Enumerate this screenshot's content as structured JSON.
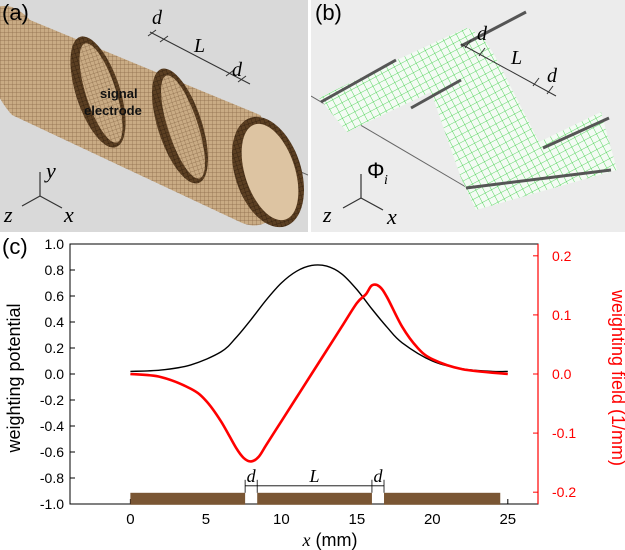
{
  "panel_a": {
    "label": "(a)",
    "signal_line1": "signal",
    "signal_line2": "electrode",
    "d_top": "d",
    "L": "L",
    "d_right": "d",
    "axis_y": "y",
    "axis_z": "z",
    "axis_x": "x"
  },
  "panel_b": {
    "label": "(b)",
    "d_top": "d",
    "L": "L",
    "d_right": "d",
    "phi": "Φ",
    "phi_sub": "i",
    "axis_z": "z",
    "axis_x": "x"
  },
  "panel_c": {
    "label": "(c)"
  },
  "colors": {
    "potential": "#000000",
    "field": "#ff0000",
    "electrode": "#7a5634",
    "background_a": "#d9d9d9"
  },
  "chart_data": {
    "type": "line",
    "xlabel_var": "x",
    "xlabel_unit": " (mm)",
    "ylabel": "weighting potential",
    "y2label": "weighting field (1/mm)",
    "xlim": [
      -4,
      27
    ],
    "ylim": [
      -1.0,
      1.0
    ],
    "y2lim": [
      -0.22,
      0.22
    ],
    "xticks": [
      "0",
      "5",
      "10",
      "15",
      "20",
      "25"
    ],
    "xtick_values": [
      0,
      5,
      10,
      15,
      20,
      25
    ],
    "yticks": [
      "1.0",
      "0.8",
      "0.6",
      "0.4",
      "0.2",
      "0.0",
      "-0.2",
      "-0.4",
      "-0.6",
      "-0.8",
      "-1.0"
    ],
    "ytick_values": [
      1.0,
      0.8,
      0.6,
      0.4,
      0.2,
      0.0,
      -0.2,
      -0.4,
      -0.6,
      -0.8,
      -1.0
    ],
    "y2ticks": [
      "0.2",
      "0.1",
      "0.0",
      "-0.1",
      "-0.2"
    ],
    "y2tick_values": [
      0.2,
      0.1,
      0.0,
      -0.1,
      -0.2
    ],
    "series": [
      {
        "axis": "left",
        "color": "#000000",
        "x": [
          0,
          2,
          4,
          6,
          7,
          8,
          9,
          10,
          11,
          12,
          13,
          14,
          15,
          16,
          17,
          18,
          20,
          22,
          24,
          25
        ],
        "y": [
          0.02,
          0.03,
          0.07,
          0.17,
          0.28,
          0.42,
          0.57,
          0.7,
          0.79,
          0.835,
          0.83,
          0.77,
          0.65,
          0.5,
          0.36,
          0.24,
          0.1,
          0.04,
          0.02,
          0.02
        ]
      },
      {
        "axis": "right",
        "color": "#ff0000",
        "x": [
          0,
          2,
          4,
          5,
          6,
          7,
          7.5,
          8,
          8.5,
          9,
          10,
          11,
          12,
          13,
          14,
          15,
          15.6,
          16,
          16.5,
          17,
          18,
          19,
          20,
          22,
          25
        ],
        "y": [
          0.0,
          -0.005,
          -0.025,
          -0.045,
          -0.08,
          -0.125,
          -0.142,
          -0.148,
          -0.14,
          -0.12,
          -0.08,
          -0.04,
          0.0,
          0.04,
          0.08,
          0.12,
          0.135,
          0.15,
          0.148,
          0.13,
          0.08,
          0.045,
          0.025,
          0.008,
          0.0
        ]
      }
    ],
    "electrodes": [
      {
        "x0": 0,
        "x1": 7.6
      },
      {
        "x0": 8.4,
        "x1": 16.0
      },
      {
        "x0": 16.8,
        "x1": 24.5
      }
    ],
    "annotations": {
      "d1": "d",
      "L": "L",
      "d2": "d"
    }
  }
}
